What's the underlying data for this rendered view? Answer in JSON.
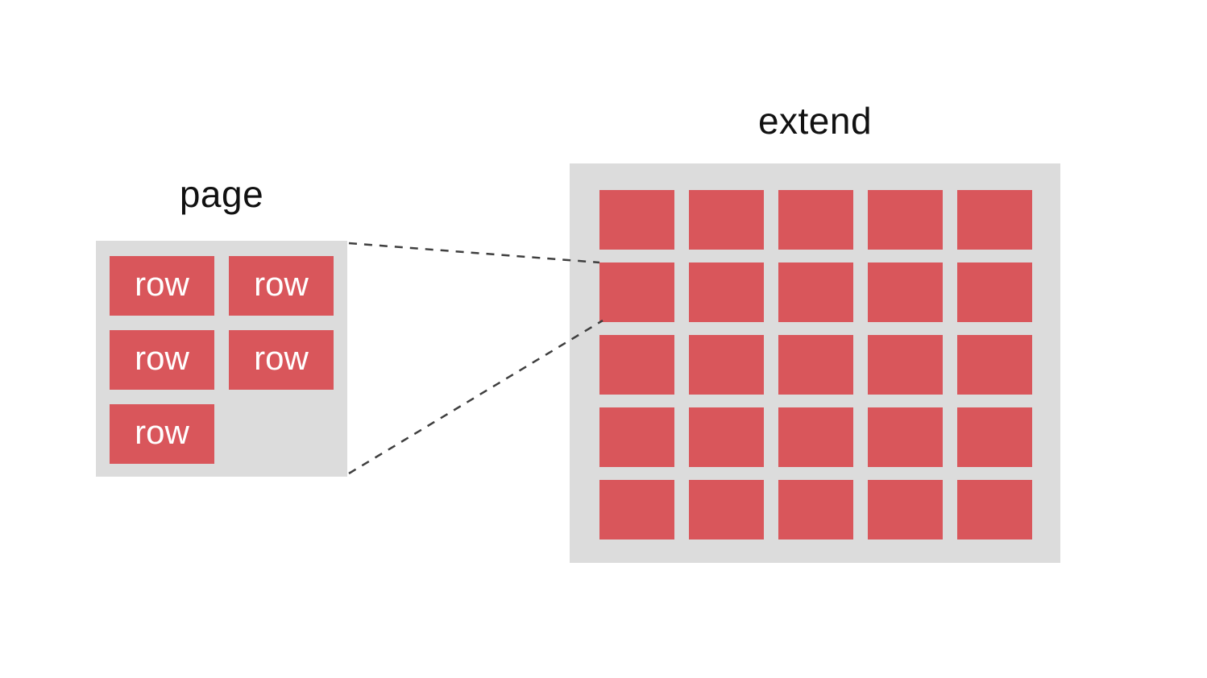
{
  "diagram": {
    "page_panel": {
      "title": "page",
      "columns": 2,
      "cells": [
        "row",
        "row",
        "row",
        "row",
        "row"
      ]
    },
    "extend_panel": {
      "title": "extend",
      "columns": 5,
      "rows": 5,
      "cell_count": 25
    },
    "colors": {
      "canvas_bg": "#ffffff",
      "panel_bg": "#dcdcdc",
      "cell_fill": "#d9565b",
      "cell_text": "#ffffff",
      "title_text": "#111111",
      "connector": "#3f3f3f"
    }
  }
}
